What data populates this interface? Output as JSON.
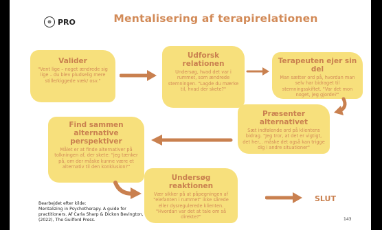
{
  "logo": {
    "mark": "⊛",
    "text": "PRO"
  },
  "title": "Mentalisering af terapirelationen",
  "steps": [
    {
      "title": "Valider",
      "text": "\"Vent lige – noget ændrede sig lige – du blev pludselig mere stille/kiggede væk/ osv.\""
    },
    {
      "title": "Udforsk relationen",
      "text": "Undersøg, hvad det var i rummet, som ændrede stemningen. \"Lagde du mærke til, hvad der skete?\""
    },
    {
      "title": "Terapeuten ejer sin del",
      "text": "Man sætter ord på, hvordan man selv har bidraget til stemningsskiftet. \"Var det mon noget, jeg gjorde?\""
    },
    {
      "title": "Præsenter alternativet",
      "text": "Sæt indfølende ord på klientens bidrag. \"Jeg tror, at det er vigtigt, det her... måske det også kan trigge dig i andre situationer\""
    },
    {
      "title": "Find sammen alternative perspektiver",
      "text": "Målet er at finde alternativer på tolkningen af, der skete: \"jeg tænker på, om der måske kunne være et alternativ til den konklusion?\""
    },
    {
      "title": "Undersøg reaktionen",
      "text": "Vær sikker på at påpegningen af \"elefanten i rummet\" ikke sårede eller dysregulerede klienten. \"Hvordan var det at tale om så direkte?\""
    }
  ],
  "end_label": "SLUT",
  "source": "Bearbejdet efter kilde:\nMentalizing in Psychotherapy. A guide for practitioners. Af Carla Sharp & Dickon Bevington, (2022), The Guilford Press.",
  "page_number": "143",
  "colors": {
    "box": "#f7e07c",
    "heading": "#c9804f",
    "text": "#d28a57",
    "arrow": "#c9804f"
  }
}
